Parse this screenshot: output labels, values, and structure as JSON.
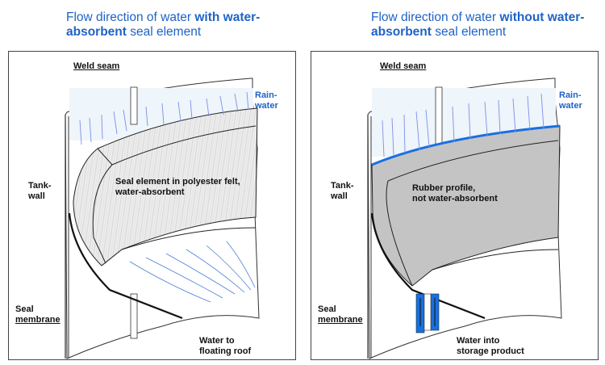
{
  "titles": {
    "left": {
      "pre": "Flow direction of water ",
      "bold1": "with water-",
      "bold2": "absorbent",
      "post": " seal element"
    },
    "right": {
      "pre": "Flow direction of water ",
      "bold1": "without water-",
      "bold2": "absorbent",
      "post": " seal element"
    }
  },
  "left_panel": {
    "weld_seam": "Weld seam",
    "rain_water_1": "Rain-",
    "rain_water_2": "water",
    "tank_wall_1": "Tank-",
    "tank_wall_2": "wall",
    "seal_element_1": "Seal element in polyester felt,",
    "seal_element_2": "water-absorbent",
    "seal_membrane_1": "Seal",
    "seal_membrane_2": "membrane",
    "water_to_1": "Water to",
    "water_to_2": "floating roof"
  },
  "right_panel": {
    "weld_seam": "Weld seam",
    "rain_water_1": "Rain-",
    "rain_water_2": "water",
    "tank_wall_1": "Tank-",
    "tank_wall_2": "wall",
    "rubber_1": "Rubber profile,",
    "rubber_2": "not water-absorbent",
    "seal_membrane_1": "Seal",
    "seal_membrane_2": "membrane",
    "water_into_1": "Water into",
    "water_into_2": "storage product"
  },
  "colors": {
    "accent_blue": "#1f63c6",
    "water_blue": "#1a6fe0",
    "rubber_gray": "#c4c4c4",
    "felt_gray": "#e6e6e6",
    "rain_arrow": "#7f8fe8"
  }
}
